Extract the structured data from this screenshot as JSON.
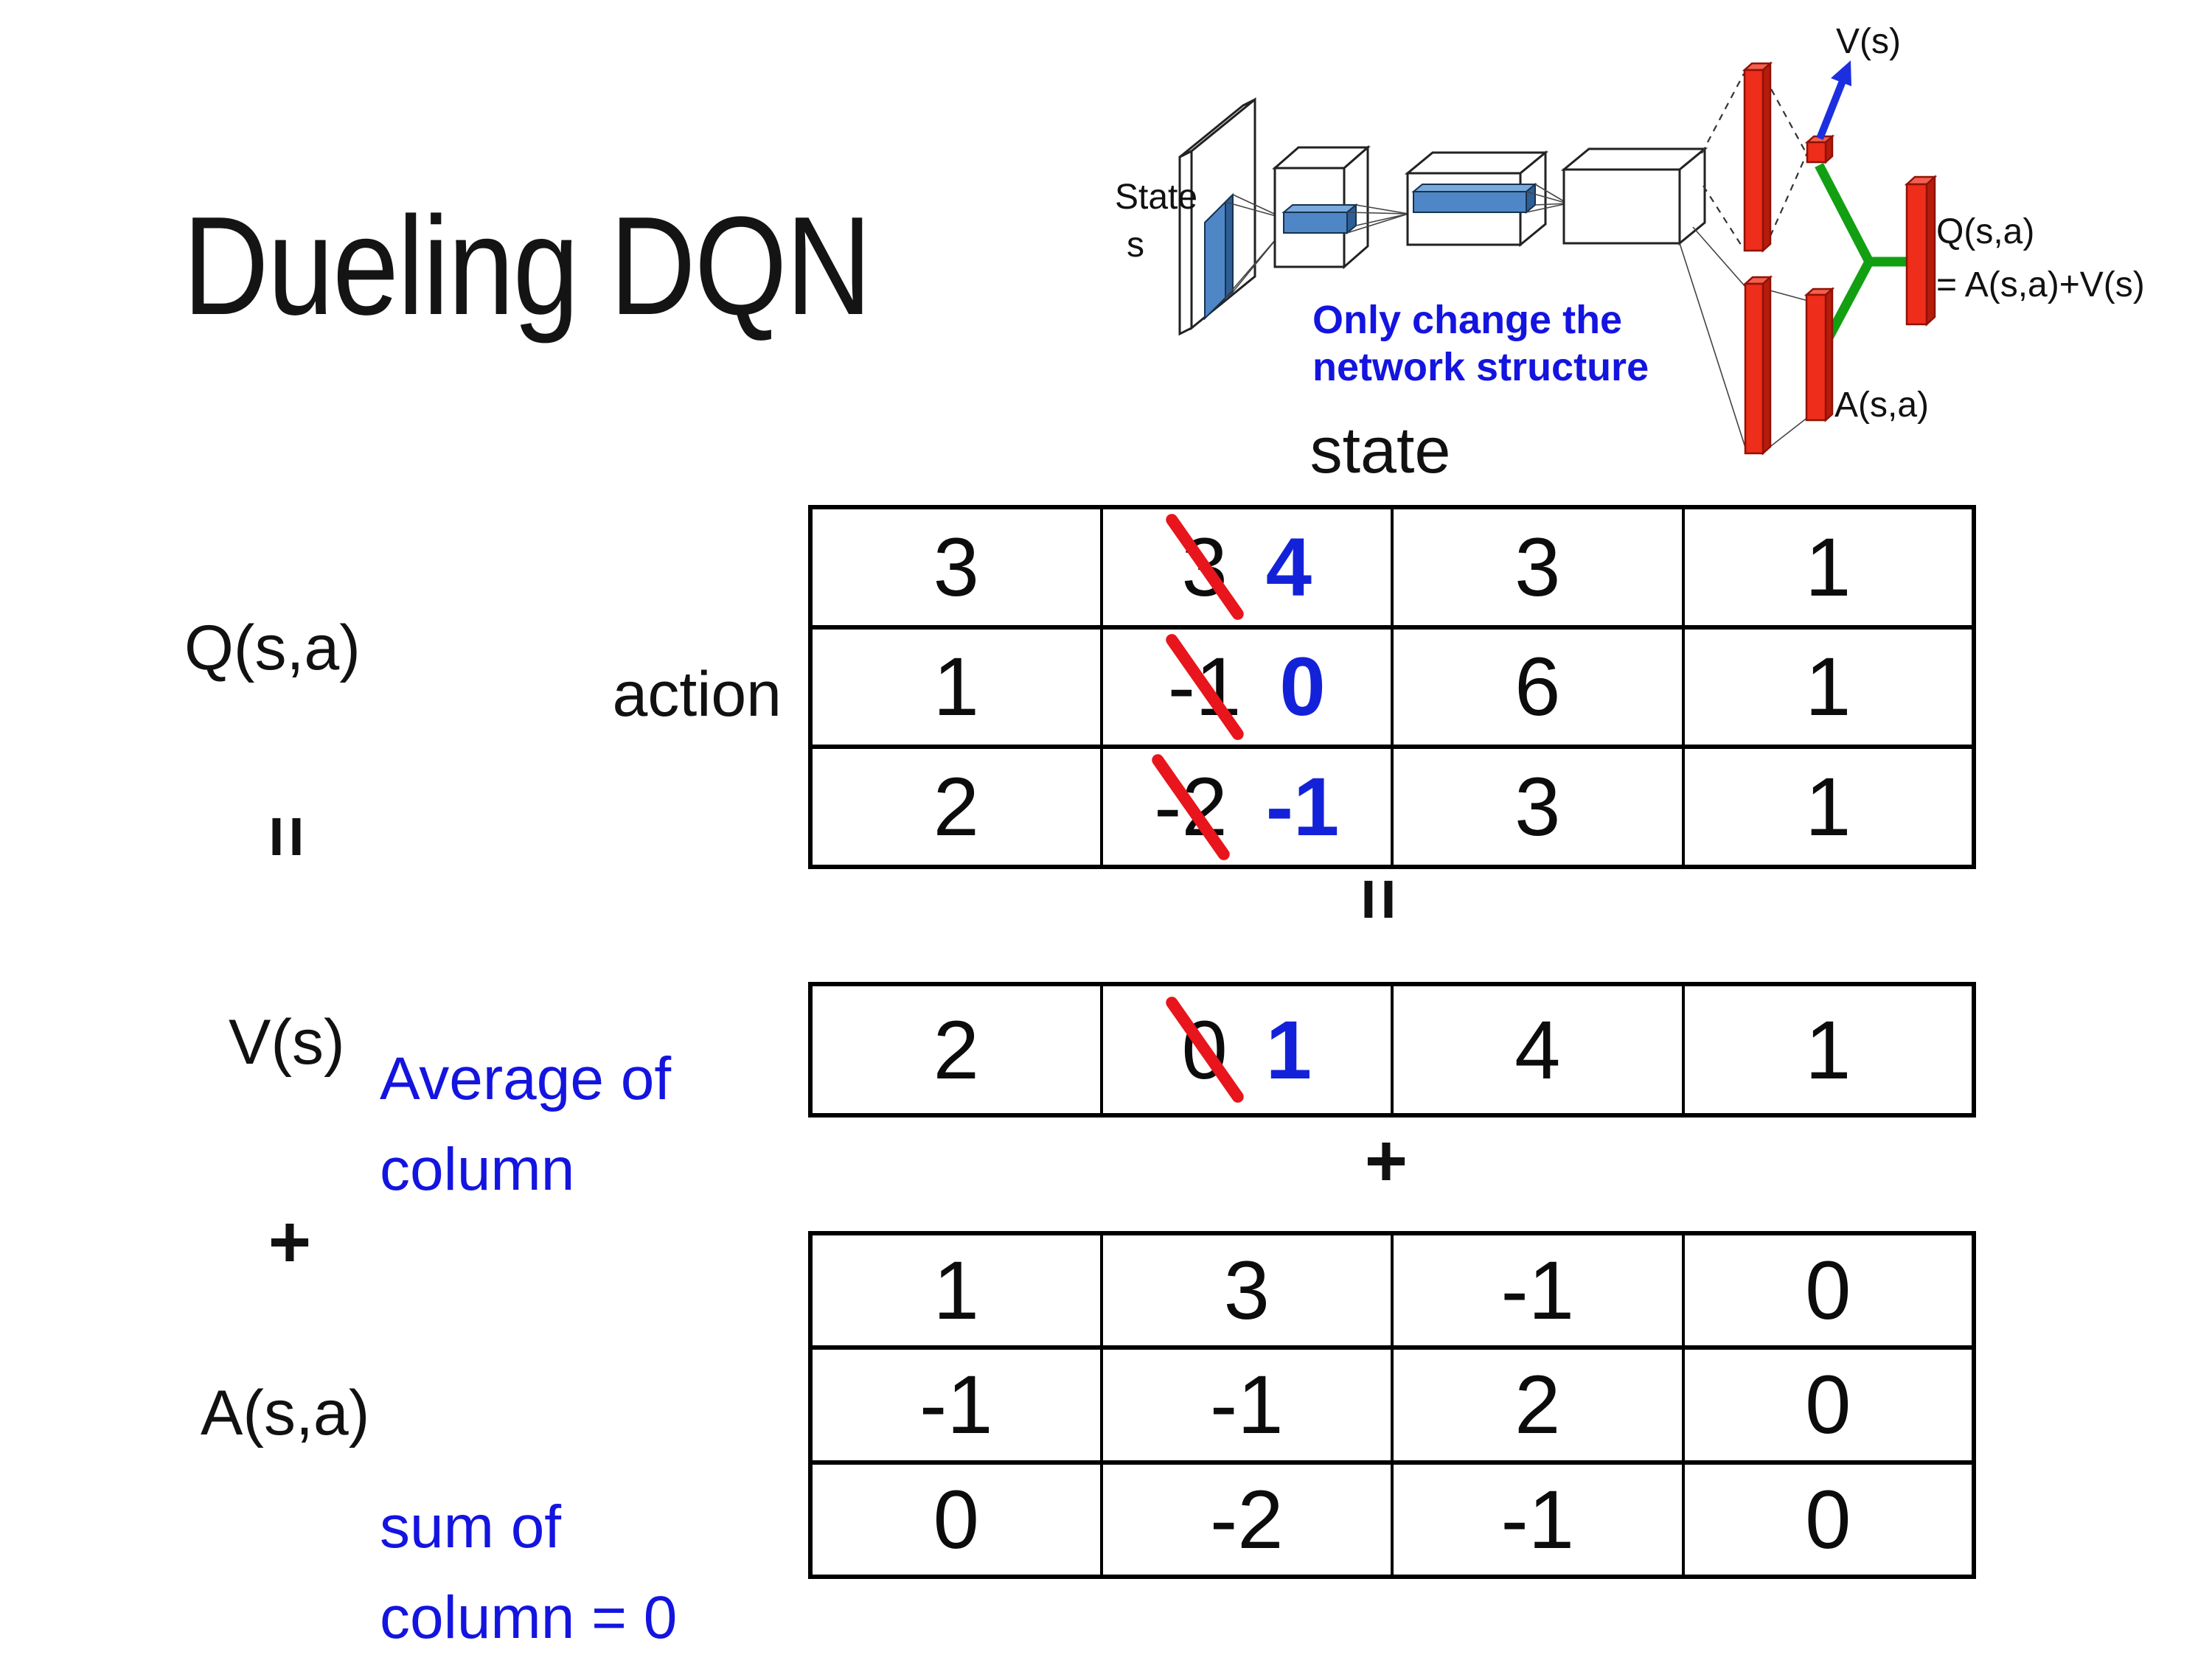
{
  "slide": {
    "title": "Dueling DQN",
    "background": "#ffffff"
  },
  "diagram": {
    "input_label_line1": "State",
    "input_label_line2": "s",
    "note_line1": "Only change the",
    "note_line2": "network structure",
    "v_output_label": "V(s)",
    "a_output_label": "A(s,a)",
    "q_output_label": "Q(s,a)",
    "q_output_formula": "= A(s,a)+V(s)",
    "colors": {
      "bar_red": "#ee2d1a",
      "bar_red_dark": "#b61c0c",
      "bar_red_light": "#f4604f",
      "filter_blue": "#4f86c6",
      "merge_green": "#12a012",
      "arrow_blue": "#1c2fe0",
      "note_blue": "#1414e0"
    }
  },
  "matrix_section": {
    "state_label": "state",
    "action_label": "action",
    "q_label": "Q(s,a)",
    "v_label": "V(s)",
    "a_label": "A(s,a)",
    "equals_sign": "=",
    "plus_sign": "+",
    "avg_note_line1": "Average of",
    "avg_note_line2": "column",
    "sum_note_line1": "sum of",
    "sum_note_line2": "column = 0",
    "colors": {
      "new_value_blue": "#1322d9",
      "cross_red": "#e8151c"
    }
  },
  "tables": {
    "q": {
      "rows": [
        [
          {
            "v": "3"
          },
          {
            "old": "3",
            "new": "4"
          },
          {
            "v": "3"
          },
          {
            "v": "1"
          }
        ],
        [
          {
            "v": "1"
          },
          {
            "old": "-1",
            "new": "0"
          },
          {
            "v": "6"
          },
          {
            "v": "1"
          }
        ],
        [
          {
            "v": "2"
          },
          {
            "old": "-2",
            "new": "-1"
          },
          {
            "v": "3"
          },
          {
            "v": "1"
          }
        ]
      ]
    },
    "v": {
      "rows": [
        [
          {
            "v": "2"
          },
          {
            "old": "0",
            "new": "1"
          },
          {
            "v": "4"
          },
          {
            "v": "1"
          }
        ]
      ]
    },
    "a": {
      "rows": [
        [
          {
            "v": "1"
          },
          {
            "v": "3"
          },
          {
            "v": "-1"
          },
          {
            "v": "0"
          }
        ],
        [
          {
            "v": "-1"
          },
          {
            "v": "-1"
          },
          {
            "v": "2"
          },
          {
            "v": "0"
          }
        ],
        [
          {
            "v": "0"
          },
          {
            "v": "-2"
          },
          {
            "v": "-1"
          },
          {
            "v": "0"
          }
        ]
      ]
    }
  }
}
